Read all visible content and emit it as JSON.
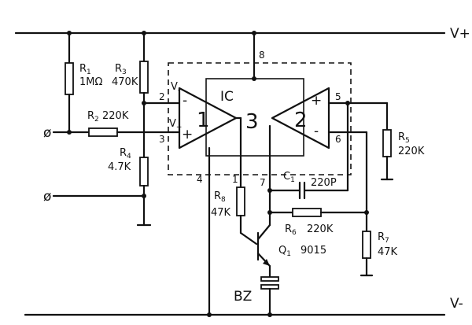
{
  "rails": {
    "vplus": "V+",
    "vminus": "V-"
  },
  "ic": {
    "title": "IC",
    "op_left": "1",
    "op_right": "2",
    "op_mid": "3"
  },
  "pins": {
    "p1": "1",
    "p2": "2",
    "p3": "3",
    "p4": "4",
    "p5": "5",
    "p6": "6",
    "p7": "7",
    "p8": "8"
  },
  "inputs": {
    "v_minus_marker": "V",
    "v_plus_marker": "V",
    "sub_minus": "-",
    "sub_plus": "+",
    "in_plus": "+",
    "in_minus": "-",
    "in2_plus": "+",
    "in2_minus": "-"
  },
  "components": {
    "r1": {
      "name": "R",
      "sub": "1",
      "value": "1MΩ"
    },
    "r2": {
      "name": "R",
      "sub": "2",
      "value": "220K"
    },
    "r3": {
      "name": "R",
      "sub": "3",
      "value": "470K"
    },
    "r4": {
      "name": "R",
      "sub": "4",
      "value": "4.7K"
    },
    "r5": {
      "name": "R",
      "sub": "5",
      "value": "220K"
    },
    "r6": {
      "name": "R",
      "sub": "6",
      "value": "220K"
    },
    "r7": {
      "name": "R",
      "sub": "7",
      "value": "47K"
    },
    "r8": {
      "name": "R",
      "sub": "8",
      "value": "47K"
    },
    "c1": {
      "name": "C",
      "sub": "1",
      "value": "220P"
    },
    "q1": {
      "name": "Q",
      "sub": "1",
      "value": "9015"
    },
    "bz": {
      "name": "BZ"
    }
  },
  "terminals": {
    "input_symbol": "ø",
    "ground_symbol": "ø"
  }
}
